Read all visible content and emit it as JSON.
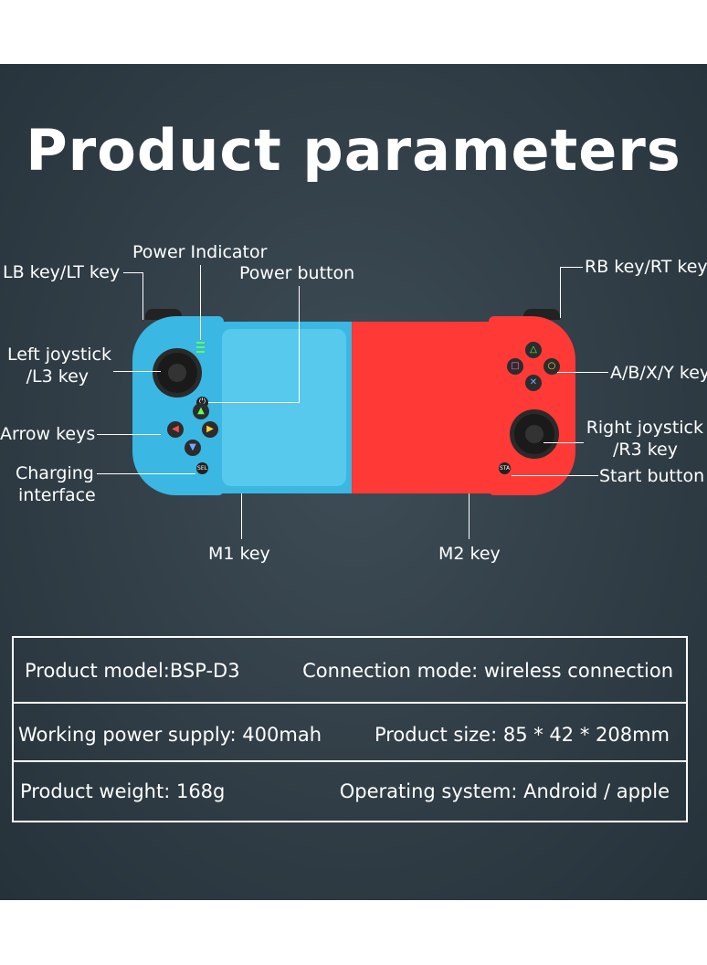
{
  "title": "Product parameters",
  "callouts": {
    "lb_key": "LB key/LT key",
    "power_indicator": "Power Indicator",
    "power_button": "Power button",
    "rb_key": "RB key/RT key",
    "left_joystick_1": "Left joystick",
    "left_joystick_2": "/L3 key",
    "abxy": "A/B/X/Y key",
    "arrow_keys": "Arrow keys",
    "right_joystick_1": "Right joystick",
    "right_joystick_2": "/R3 key",
    "charging_1": "Charging",
    "charging_2": "interface",
    "start_button": "Start button",
    "m1_key": "M1 key",
    "m2_key": "M2 key"
  },
  "controller": {
    "sel_label": "SEL",
    "sta_label": "STA",
    "power_icon": "⏻",
    "left_color": "#3ab7e3",
    "right_color": "#ff3a36"
  },
  "specs": [
    {
      "left": "Product model:BSP-D3",
      "right": "Connection mode: wireless connection"
    },
    {
      "left": "Working power supply: 400mah",
      "right": "Product size: 85 * 42 * 208mm"
    },
    {
      "left": "Product weight: 168g",
      "right": "Operating system: Android / apple"
    }
  ]
}
